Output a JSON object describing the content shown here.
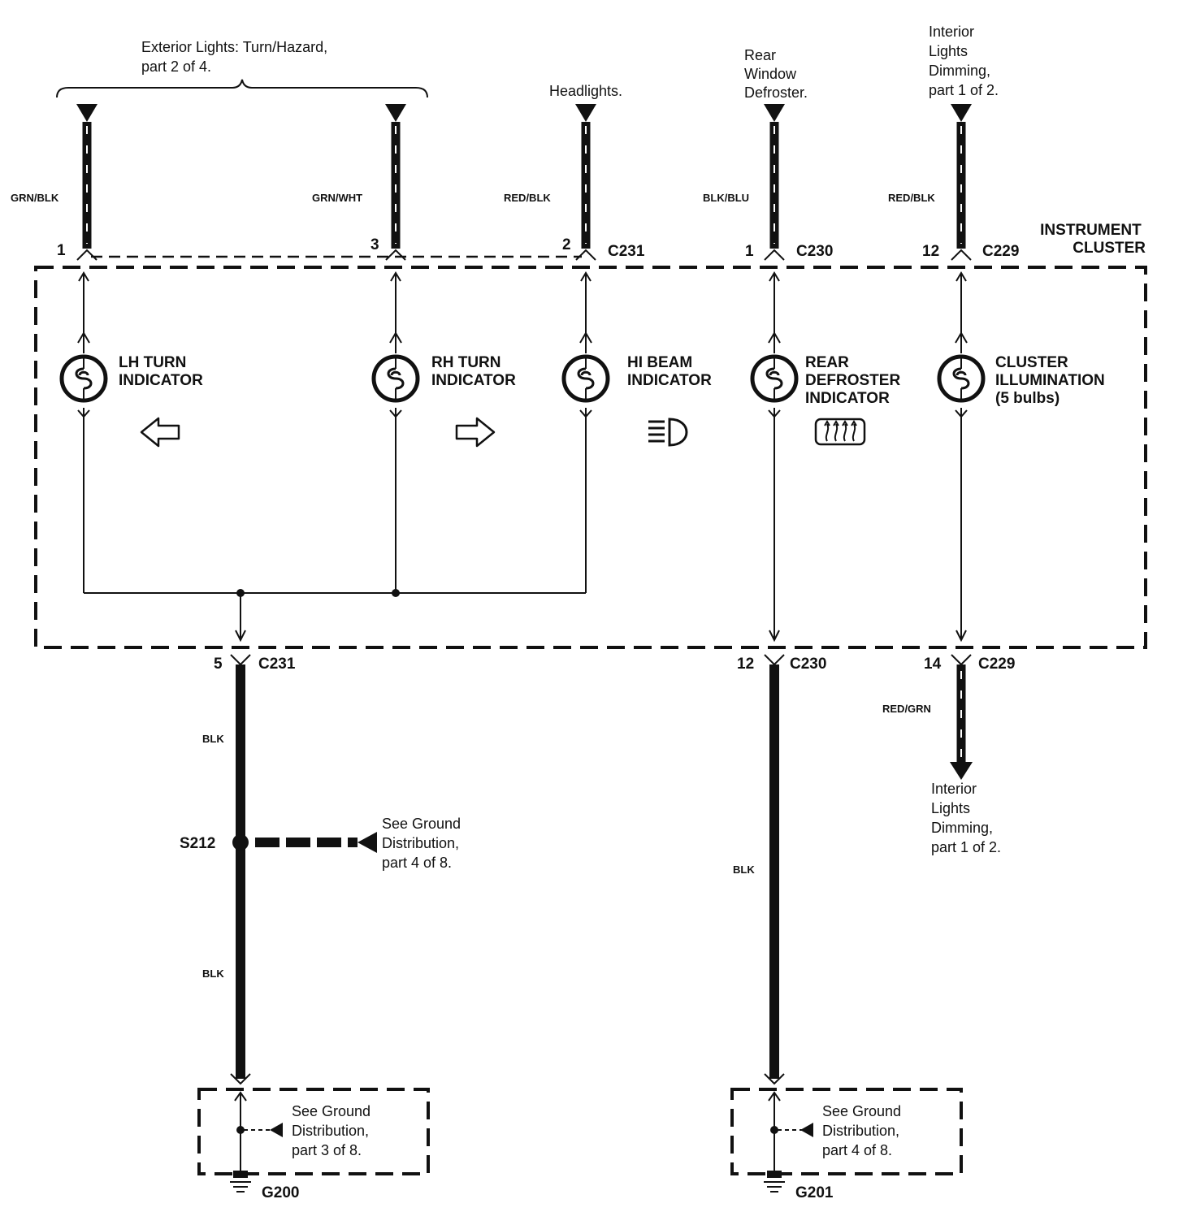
{
  "notes": {
    "ext_lights": [
      "Exterior Lights: Turn/Hazard,",
      "part 2 of 4."
    ],
    "headlights": "Headlights.",
    "rear_defrost": [
      "Rear",
      "Window",
      "Defroster."
    ],
    "interior_top": [
      "Interior",
      "Lights",
      "Dimming,",
      "part 1 of 2."
    ],
    "interior_bottom": [
      "Interior",
      "Lights",
      "Dimming,",
      "part 1 of 2."
    ],
    "ground_s212": [
      "See Ground",
      "Distribution,",
      "part 4 of 8."
    ],
    "ground_g200": [
      "See Ground",
      "Distribution,",
      "part 3 of 8."
    ],
    "ground_g201": [
      "See Ground",
      "Distribution,",
      "part 4 of 8."
    ]
  },
  "wires": {
    "w1": "GRN/BLK",
    "w2": "GRN/WHT",
    "w3": "RED/BLK",
    "w4": "BLK/BLU",
    "w5": "RED/BLK",
    "w6": "RED/GRN",
    "blk_a": "BLK",
    "blk_b": "BLK",
    "blk_c": "BLK"
  },
  "connectors": {
    "top": [
      {
        "pin": "1",
        "conn": ""
      },
      {
        "pin": "3",
        "conn": ""
      },
      {
        "pin": "2",
        "conn": "C231"
      },
      {
        "pin": "1",
        "conn": "C230"
      },
      {
        "pin": "12",
        "conn": "C229"
      }
    ],
    "bottom": [
      {
        "pin": "5",
        "conn": "C231"
      },
      {
        "pin": "12",
        "conn": "C230"
      },
      {
        "pin": "14",
        "conn": "C229"
      }
    ]
  },
  "cluster_label": [
    "INSTRUMENT",
    "CLUSTER"
  ],
  "components": [
    {
      "lines": [
        "LH TURN",
        "INDICATOR"
      ]
    },
    {
      "lines": [
        "RH TURN",
        "INDICATOR"
      ]
    },
    {
      "lines": [
        "HI BEAM",
        "INDICATOR"
      ]
    },
    {
      "lines": [
        "REAR",
        "DEFROSTER",
        "INDICATOR"
      ]
    },
    {
      "lines": [
        "CLUSTER",
        "ILLUMINATION",
        "(5 bulbs)"
      ]
    }
  ],
  "splice": "S212",
  "grounds": {
    "g1": "G200",
    "g2": "G201"
  },
  "icons": [
    "left-arrow-icon",
    "right-arrow-icon",
    "high-beam-icon",
    "rear-defroster-icon",
    "bulb-icon",
    "ground-icon"
  ]
}
